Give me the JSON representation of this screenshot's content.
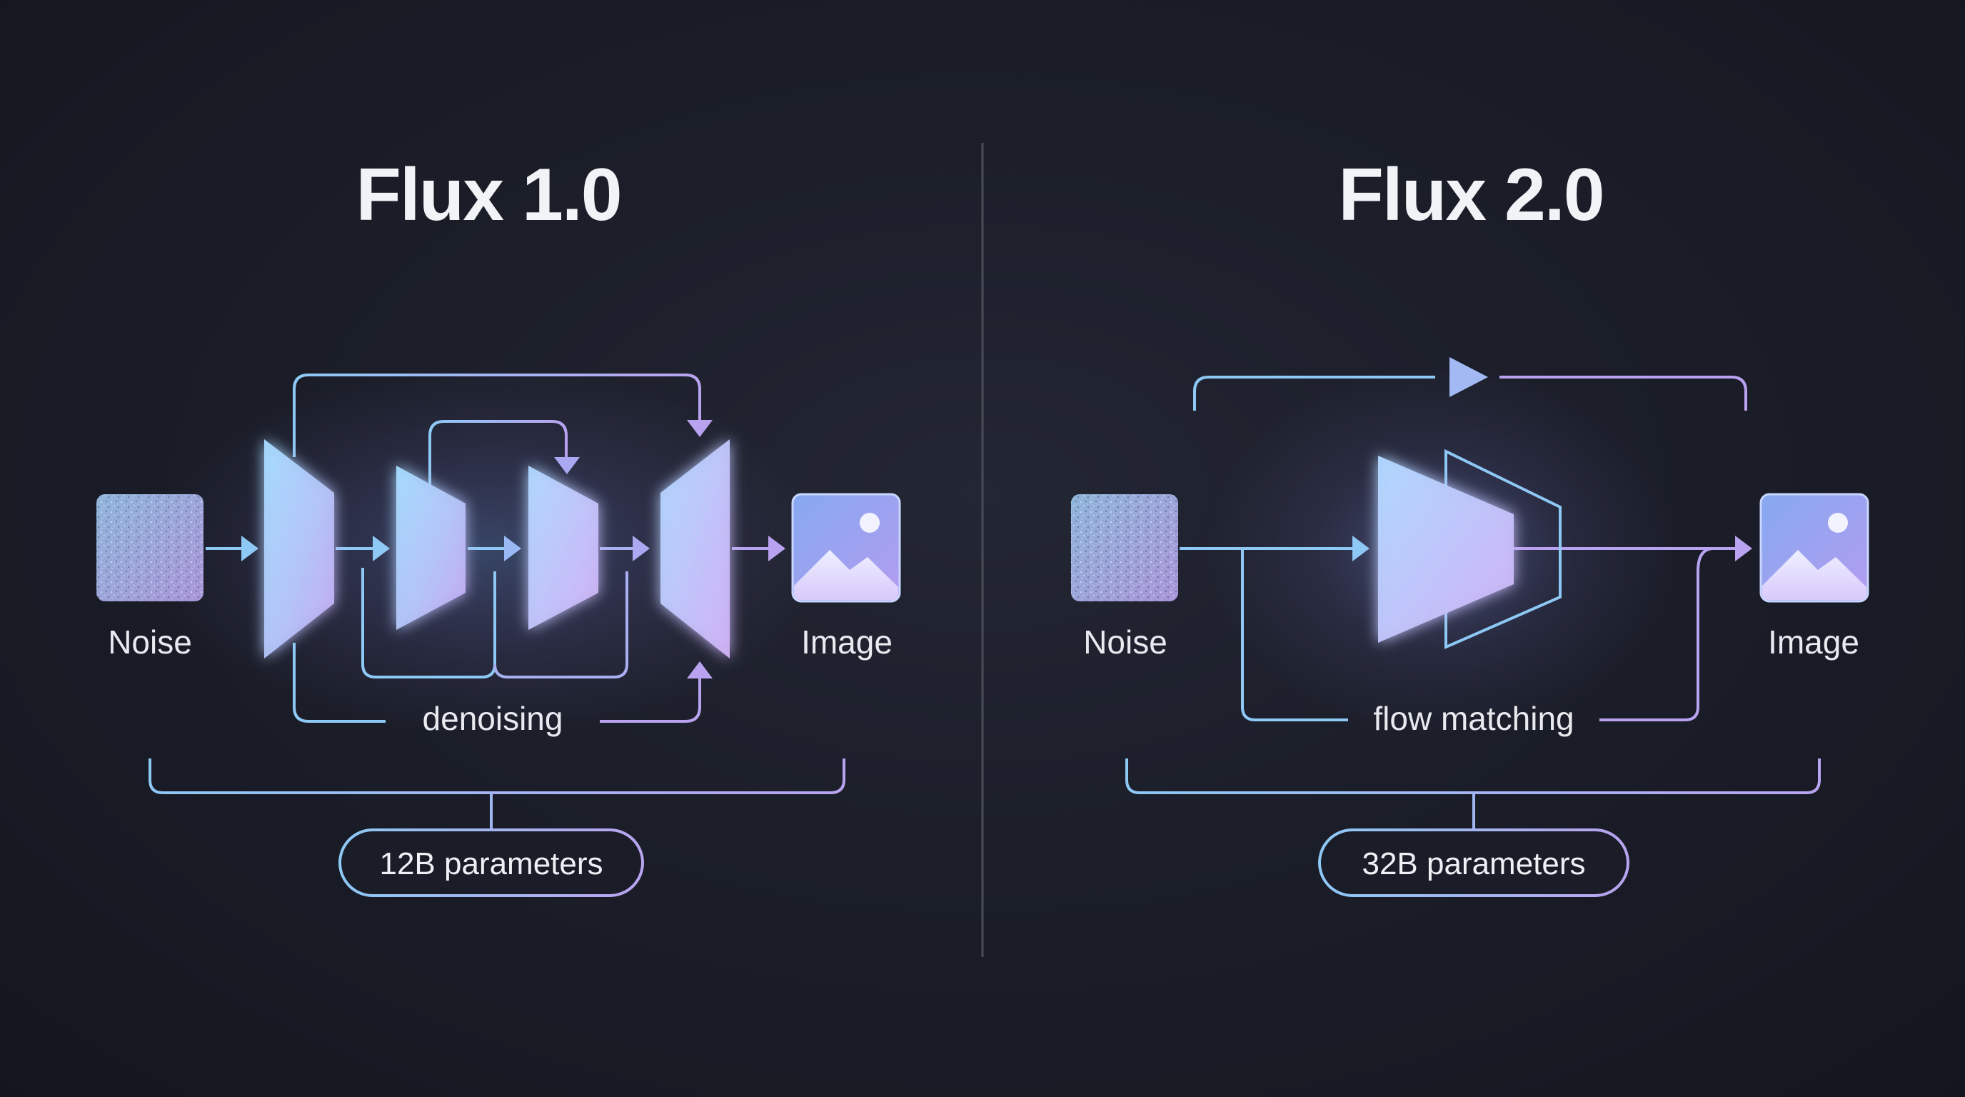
{
  "left_panel": {
    "title": "Flux 1.0",
    "input_label": "Noise",
    "output_label": "Image",
    "process_label": "denoising",
    "parameters_label": "12B parameters"
  },
  "right_panel": {
    "title": "Flux 2.0",
    "input_label": "Noise",
    "output_label": "Image",
    "process_label": "flow matching",
    "parameters_label": "32B parameters"
  },
  "colors": {
    "background": "#1b1e29",
    "accent_blue": "#8ec8f5",
    "accent_purple": "#b9a3f0",
    "divider": "#4a4d58"
  },
  "icons": {
    "input": "noise-texture-icon",
    "output": "image-icon"
  }
}
